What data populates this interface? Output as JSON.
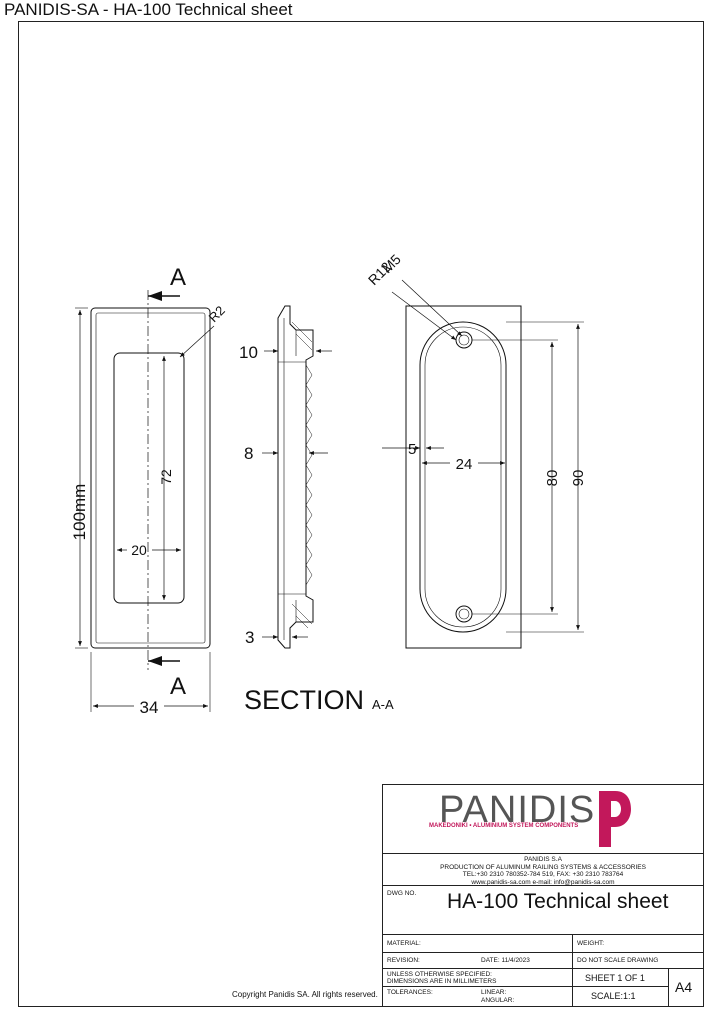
{
  "header": {
    "title": "PANIDIS-SA  - HA-100 Technical sheet"
  },
  "front_view": {
    "section_label_top": "A",
    "section_label_bottom": "A",
    "dim_height": "100mm",
    "dim_width": "34",
    "dim_inner_height": "72",
    "dim_inner_width": "20",
    "dim_radius": "R2"
  },
  "section_view": {
    "dim_top": "10",
    "dim_middle": "8",
    "dim_bottom": "3",
    "caption": "SECTION",
    "caption_suffix": "A-A"
  },
  "back_view": {
    "dim_thread": "M5",
    "dim_radius": "R12",
    "dim_offset": "5",
    "dim_width": "24",
    "dim_hole_spacing": "80",
    "dim_total_height": "90"
  },
  "title_block": {
    "logo_word": "PANIDIS",
    "logo_tagline": "MAKEDONIKI • ALUMINIUM SYSTEM COMPONENTS",
    "company_lines": [
      "PANIDIS S.A",
      "PRODUCTION OF ALUMINUM RAILING SYSTEMS & ACCESSORIES",
      "TEL:+30 2310 780352-784 519, FAX: +30 2310 783764",
      "www.panidis-sa.com   e-mail: info@panidis-sa.com"
    ],
    "dwg_no_label": "DWG NO.",
    "dwg_title": "HA-100 Technical sheet",
    "material_label": "MATERIAL:",
    "weight_label": "WEIGHT:",
    "revision_label": "REVISION:",
    "date_label": "DATE:  11/4/2023",
    "no_scale": "DO NOT SCALE DRAWING",
    "unless_line1": "UNLESS OTHERWISE SPECIFIED:",
    "unless_line2": "DIMENSIONS ARE IN MILLIMETERS",
    "sheet": "SHEET 1 OF 1",
    "tolerances_label": "TOLERANCES:",
    "linear_label": "LINEAR:",
    "angular_label": "ANGULAR:",
    "scale": "SCALE:1:1",
    "size": "A4"
  },
  "footer": {
    "copyright": "Copyright Panidis SA. All rights reserved."
  },
  "colors": {
    "brand_red": "#c2185b",
    "line": "#222222"
  }
}
